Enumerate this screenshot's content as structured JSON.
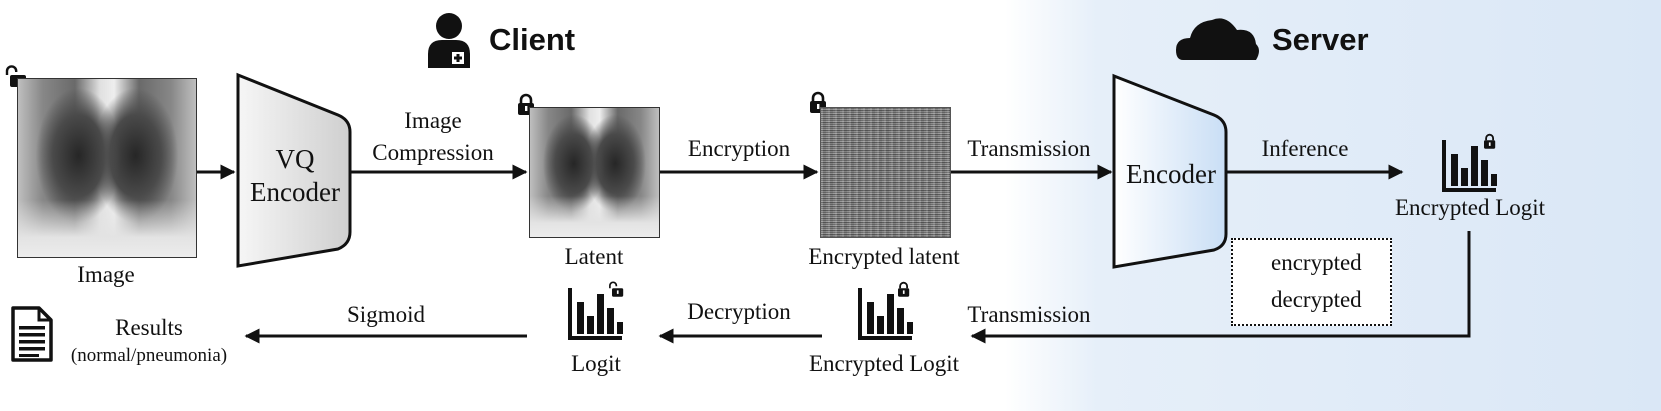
{
  "client_title": "Client",
  "server_title": "Server",
  "nodes": {
    "image": "Image",
    "vq_encoder_line1": "VQ",
    "vq_encoder_line2": "Encoder",
    "latent": "Latent",
    "encrypted_latent": "Encrypted latent",
    "encoder": "Encoder",
    "encrypted_logit_server": "Encrypted Logit",
    "encrypted_logit_client": "Encrypted Logit",
    "logit": "Logit",
    "results": "Results",
    "results_sub": "(normal/pneumonia)"
  },
  "edges": {
    "image_compression_line1": "Image",
    "image_compression_line2": "Compression",
    "encryption": "Encryption",
    "transmission_top": "Transmission",
    "inference": "Inference",
    "transmission_bottom": "Transmission",
    "decryption": "Decryption",
    "sigmoid": "Sigmoid"
  },
  "legend": {
    "encrypted": "encrypted",
    "decrypted": "decrypted"
  },
  "colors": {
    "server_background": "#dae7f6",
    "encoder_fill": "#d4e5f7",
    "vq_encoder_fill": "#d6d6d6"
  },
  "icons": [
    "doctor-icon",
    "cloud-icon",
    "lock-icon",
    "unlock-icon",
    "bar-chart-icon",
    "document-icon"
  ]
}
